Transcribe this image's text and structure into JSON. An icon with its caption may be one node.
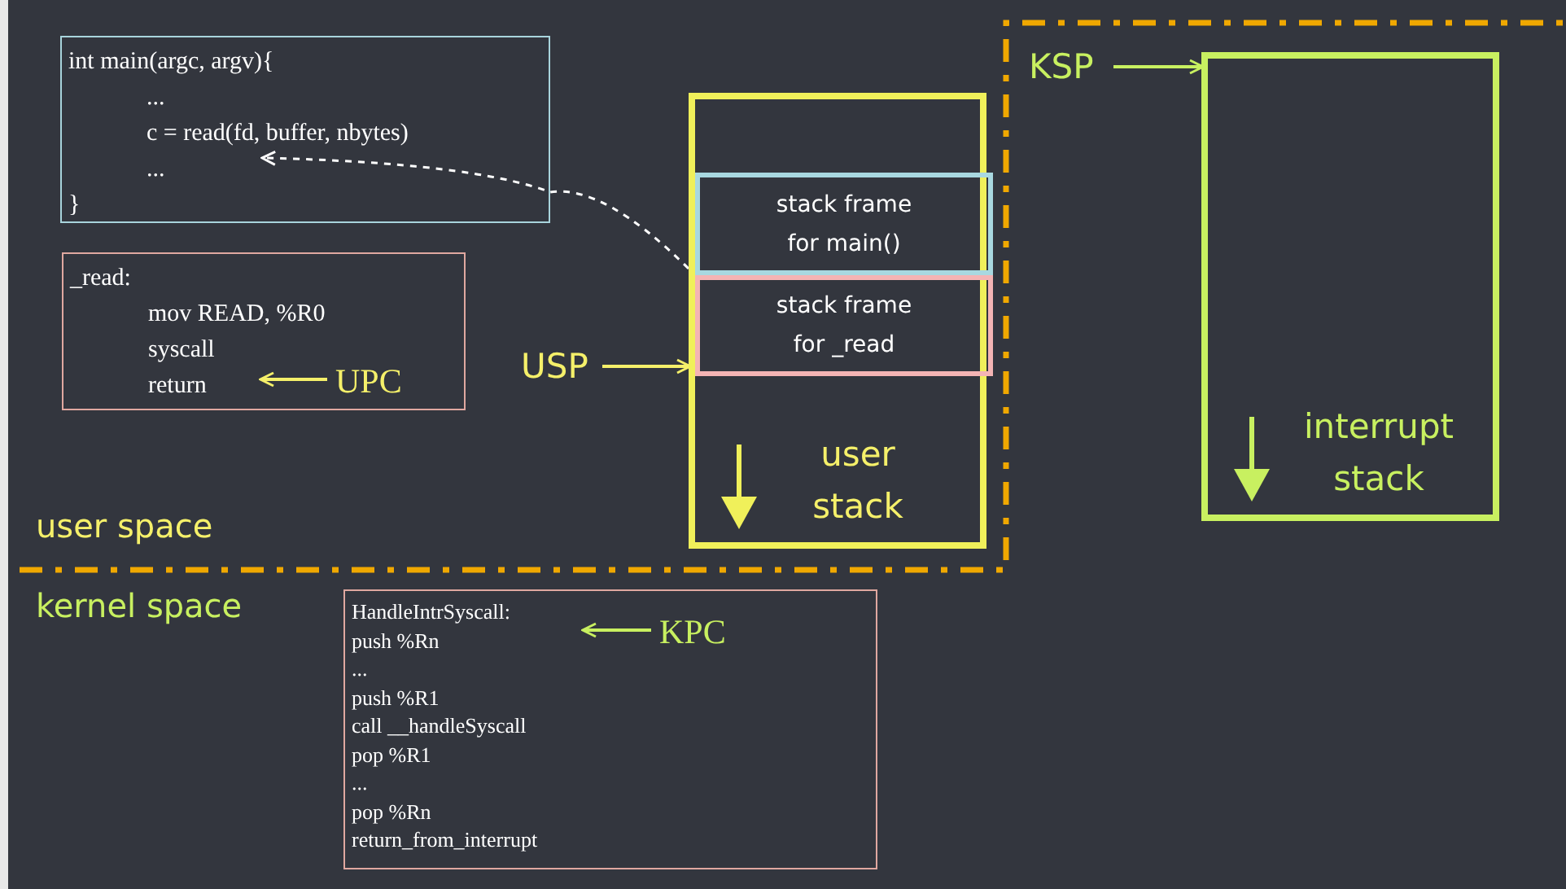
{
  "diagram": {
    "nodes": [
      {
        "text": [
          "int main(argc, argv){",
          "...",
          "c = read(fd, buffer, nbytes)",
          "...",
          "}"
        ]
      },
      {
        "text": [
          "_read:",
          "mov READ, %R0",
          "syscall",
          "return"
        ]
      },
      {
        "text": [
          "UPC"
        ],
        "in": 1
      },
      {
        "text": [
          "user stack"
        ]
      },
      {
        "text": [
          "stack frame for main()"
        ],
        "in": 3
      },
      {
        "text": [
          "stack frame for _read"
        ],
        "in": 3
      },
      {
        "text": [
          "USP"
        ]
      },
      {
        "text": [
          "KSP"
        ]
      },
      {
        "text": [
          "interrupt stack"
        ]
      },
      {
        "text": [
          "HandleIntrSyscall:",
          "push %Rn",
          "...",
          "push %R1",
          "call __handleSyscall",
          "pop %R1",
          "...",
          "pop %Rn",
          "return_from_interrupt"
        ]
      },
      {
        "text": [
          "KPC"
        ],
        "in": 9
      }
    ],
    "edges": [
      {
        "from": 2,
        "to": 1,
        "arrow": "to",
        "color": "#f5f06a"
      },
      {
        "from": 6,
        "to": 3,
        "arrow": "to",
        "color": "#f5f06a"
      },
      {
        "from": 7,
        "to": 8,
        "arrow": "to",
        "color": "#c8f060"
      },
      {
        "from": 10,
        "to": 9,
        "arrow": "to",
        "color": "#c8f060"
      },
      {
        "from": 4,
        "to": 0,
        "arrow": "to",
        "style": "dashed",
        "color": "#ffffff"
      }
    ],
    "labels": [
      "user space",
      "kernel space"
    ]
  }
}
